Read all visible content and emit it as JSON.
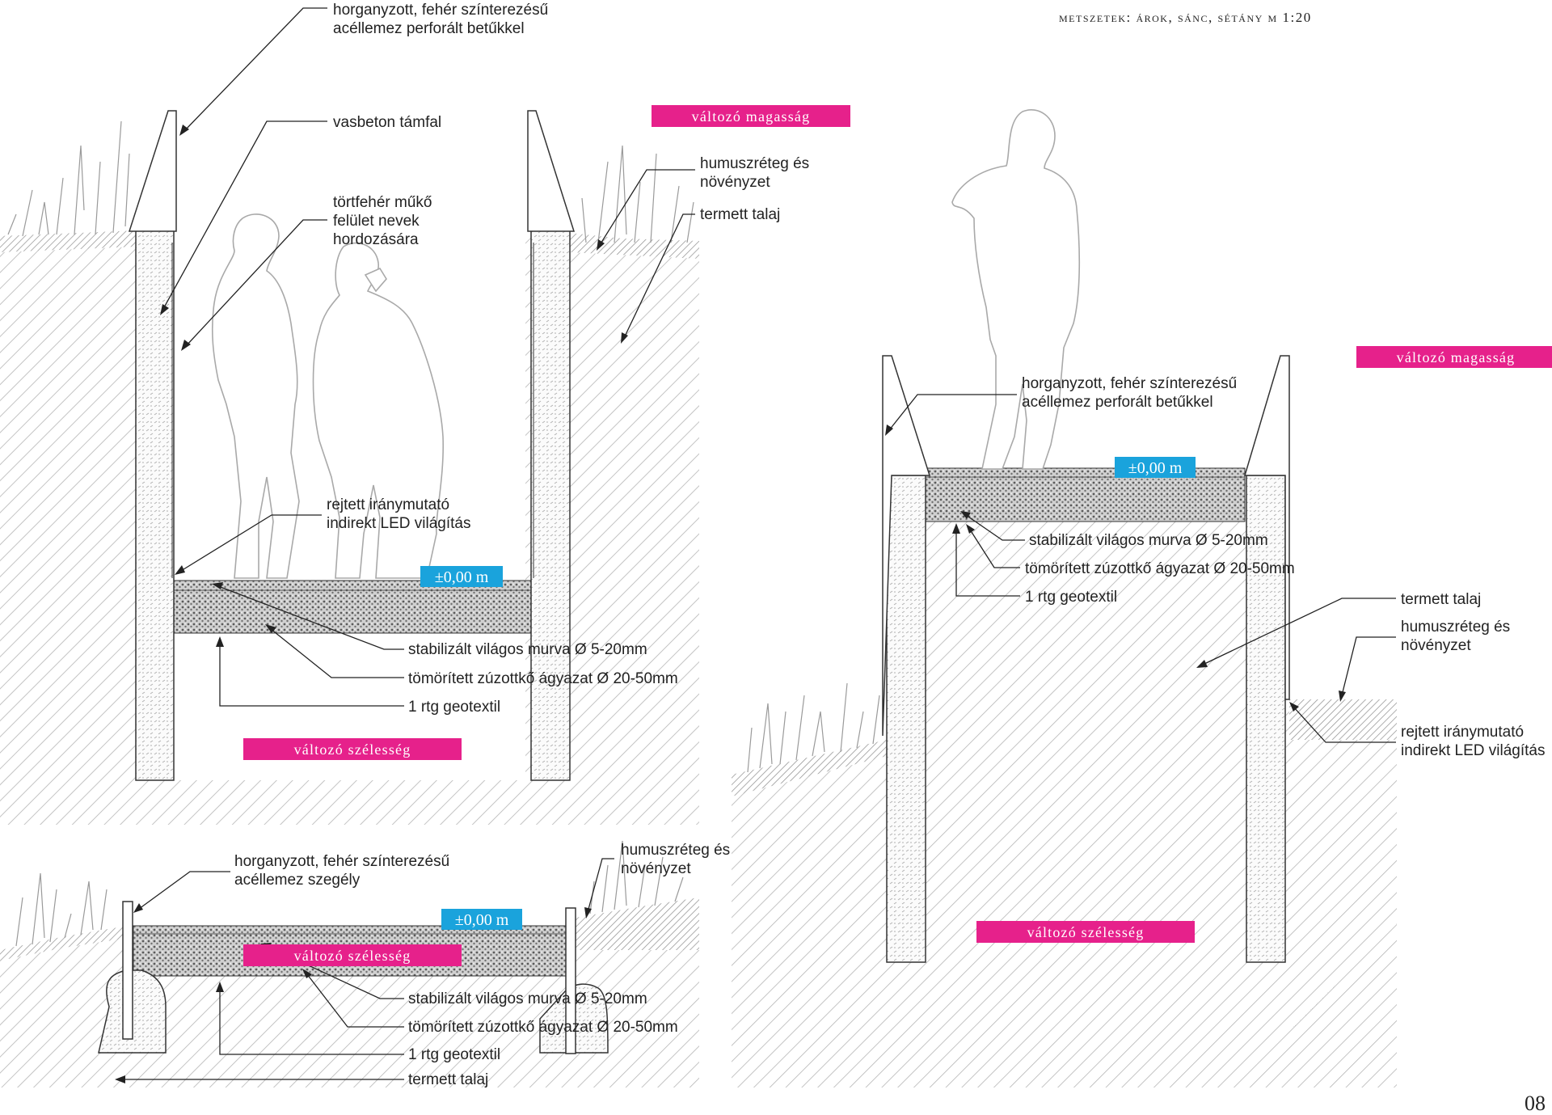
{
  "header": "metszetek: árok, sánc, sétány m 1:20",
  "page_number": "08",
  "colors": {
    "magenta": "#e6218b",
    "cyan": "#1aa3dc",
    "soil_hatch": "#bdbdbd",
    "line": "#222222"
  },
  "section_a": {
    "label_plate": "horganyzott, fehér színterezésű",
    "label_plate2": "acéllemez perforált betűkkel",
    "label_wall": "vasbeton támfal",
    "label_surface1": "törtfehér műkő",
    "label_surface2": "felület nevek",
    "label_surface3": "hordozására",
    "label_humus1": "humuszréteg és",
    "label_humus2": "növényzet",
    "label_soil": "termett talaj",
    "label_led1": "rejtett iránymutató",
    "label_led2": "indirekt LED világítás",
    "label_gravel": "stabilizált világos murva Ø 5-20mm",
    "label_crushed": "tömörített zúzottkő ágyazat Ø 20-50mm",
    "label_geo": "1 rtg geotextil",
    "tag_height": "változó magasság",
    "tag_width": "változó szélesség",
    "level": "±0,00 m"
  },
  "section_b": {
    "label_plate": "horganyzott, fehér színterezésű",
    "label_plate2": "acéllemez szegély",
    "label_humus1": "humuszréteg és",
    "label_humus2": "növényzet",
    "label_gravel": "stabilizált világos murva Ø 5-20mm",
    "label_crushed": "tömörített zúzottkő ágyazat Ø 20-50mm",
    "label_geo": "1 rtg geotextil",
    "label_soil": "termett talaj",
    "tag_width": "változó szélesség",
    "level": "±0,00 m"
  },
  "section_c": {
    "label_plate": "horganyzott, fehér színterezésű",
    "label_plate2": "acéllemez perforált betűkkel",
    "label_gravel": "stabilizált világos murva Ø 5-20mm",
    "label_crushed": "tömörített zúzottkő ágyazat Ø 20-50mm",
    "label_geo": "1 rtg geotextil",
    "label_soil": "termett talaj",
    "label_humus1": "humuszréteg és",
    "label_humus2": "növényzet",
    "label_led1": "rejtett iránymutató",
    "label_led2": "indirekt LED világítás",
    "tag_height": "változó magasság",
    "tag_width": "változó szélesség",
    "level": "±0,00 m"
  }
}
